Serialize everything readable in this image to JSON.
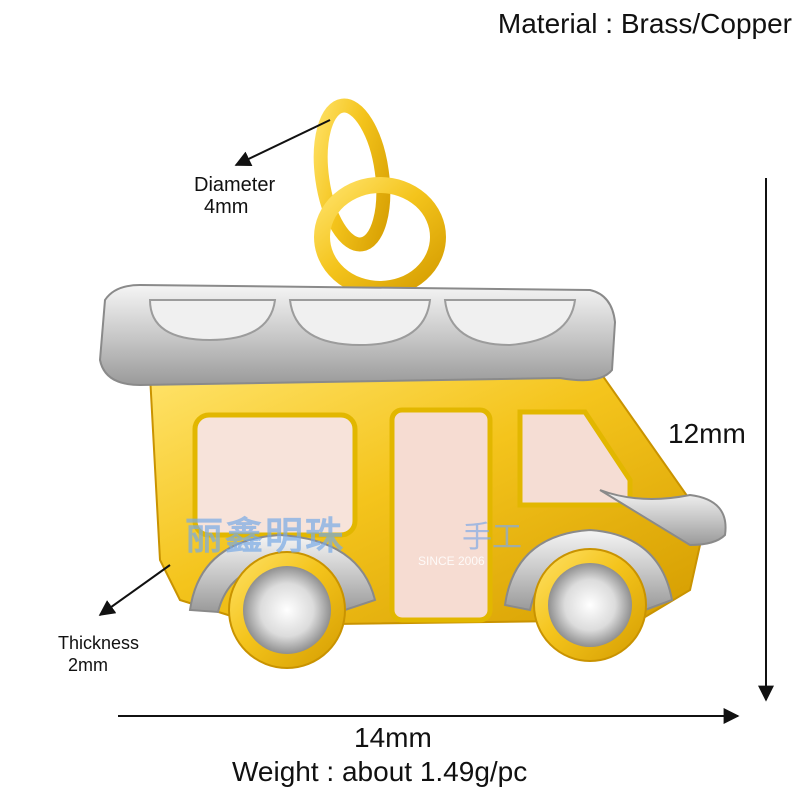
{
  "material": "Material : Brass/Copper",
  "diameter": {
    "label": "Diameter",
    "value": "4mm"
  },
  "thickness": {
    "label": "Thickness",
    "value": "2mm"
  },
  "height": "12mm",
  "width": "14mm",
  "weight": "Weight : about  1.49g/pc",
  "watermark": {
    "brand": "丽鑫明珠",
    "since": "SINCE 2006",
    "shop": "手工"
  },
  "colors": {
    "gold": "#f2c21a",
    "gold_dark": "#d9a400",
    "silver": "#d8d8d8",
    "enamel": "#f7e3da"
  },
  "icons": [
    "jump-ring",
    "rv-camper-pendant",
    "zircon-wheel"
  ]
}
